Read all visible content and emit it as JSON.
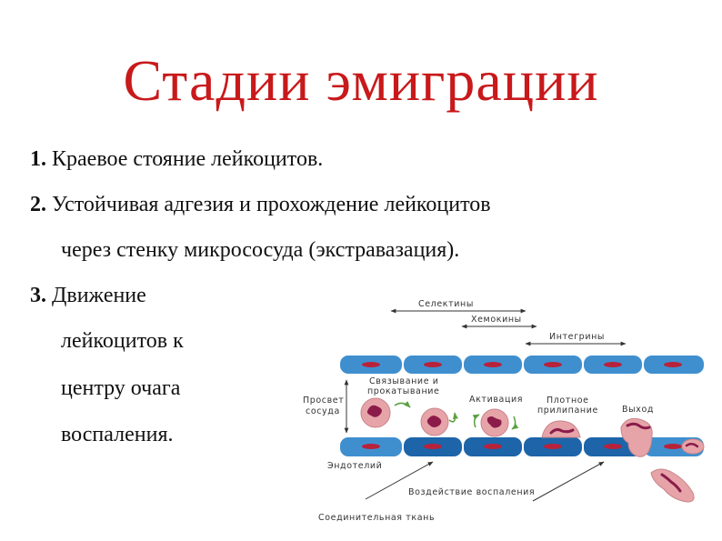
{
  "title": "Стадии эмиграции",
  "items": [
    {
      "number": "1.",
      "lines": [
        "Краевое стояние лейкоцитов."
      ]
    },
    {
      "number": "2.",
      "lines": [
        "Устойчивая адгезия и прохождение лейкоцитов",
        "через стенку микрососуда (экстравазация)."
      ]
    },
    {
      "number": "3.",
      "lines": [
        "Движение",
        "лейкоцитов к",
        "центру очага",
        "воспаления."
      ]
    }
  ],
  "diagram": {
    "selectins": "Селектины",
    "chemokines": "Хемокины",
    "integrins": "Интегрины",
    "rolling_1": "Связывание и",
    "rolling_2": "прокатывание",
    "lumen_1": "Просвет",
    "lumen_2": "сосуда",
    "activation": "Активация",
    "tight_adhesion_1": "Плотное",
    "tight_adhesion_2": "прилипание",
    "exit": "Выход",
    "endothelium": "Эндотелий",
    "inflammation_effect": "Воздействие воспаления",
    "connective_tissue": "Соединительная ткань",
    "colors": {
      "vessel_light": "#3f8fcf",
      "vessel_dark": "#1d64a8",
      "nucleus_red": "#b8223a",
      "cell_pink": "#e6a4a8",
      "arrow_green": "#5aa040"
    }
  }
}
